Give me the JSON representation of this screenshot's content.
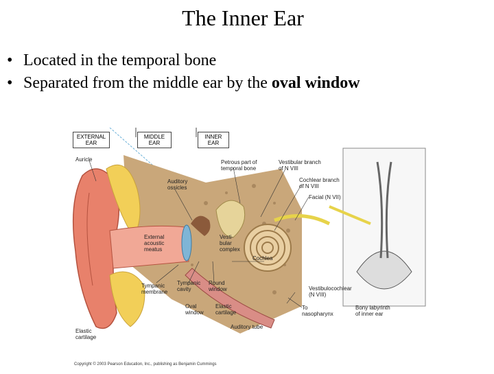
{
  "slide": {
    "title": "The Inner Ear",
    "bullets": [
      {
        "text": "Located in the temporal bone",
        "bold_tail": ""
      },
      {
        "text": "Separated from the middle ear by the ",
        "bold_tail": "oval window"
      }
    ]
  },
  "figure": {
    "headers": {
      "external": "EXTERNAL\nEAR",
      "middle": "MIDDLE\nEAR",
      "inner": "INNER\nEAR"
    },
    "labels": {
      "auricle": "Auricle",
      "auditory_ossicles": "Auditory\nossicles",
      "petrous": "Petrous part of\ntemporal bone",
      "vestibular_branch": "Vestibular branch\nof N VIII",
      "cochlear_branch": "Cochlear branch\nof N VIII",
      "facial": "Facial (N VII)",
      "external_meatus": "External\nacoustic\nmeatus",
      "vestibular_complex": "Vesti-\nbular\ncomplex",
      "cochlea": "Cochlea",
      "tympanic_membrane": "Tympanic\nmembrane",
      "tympanic_cavity": "Tympanic\ncavity",
      "round_window": "Round\nwindow",
      "oval_window": "Oval\nwindow",
      "elastic_cartilage_mid": "Elastic\ncartilage",
      "vestibulocochlear": "Vestibulocochlear\n(N VIII)",
      "to_nasopharynx": "To\nnasopharynx",
      "bony_labyrinth": "Bony labyrinth\nof inner ear",
      "auditory_tube": "Auditory tube",
      "elastic_cartilage_left": "Elastic\ncartilage"
    },
    "copyright": "Copyright © 2003 Pearson Education, Inc., publishing as Benjamin Cummings"
  }
}
